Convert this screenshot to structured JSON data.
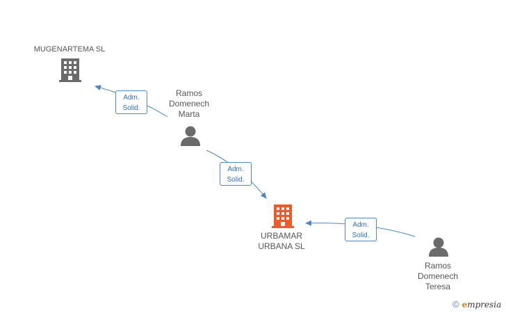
{
  "nodes": {
    "mugenartema": {
      "label": "MUGENARTEMA SL",
      "kind": "company",
      "color": "#6b6b6b"
    },
    "urbamar": {
      "label": "URBAMAR\nURBANA SL",
      "kind": "company",
      "color": "#f05a28"
    },
    "marta": {
      "label": "Ramos\nDomenech\nMarta",
      "kind": "person",
      "color": "#6b6b6b"
    },
    "teresa": {
      "label": "Ramos\nDomenech\nTeresa",
      "kind": "person",
      "color": "#6b6b6b"
    }
  },
  "edges": {
    "marta_mugenartema": {
      "label": "Adm.\nSolid."
    },
    "marta_urbamar": {
      "label": "Adm.\nSolid."
    },
    "teresa_urbamar": {
      "label": "Adm.\nSolid."
    }
  },
  "colors": {
    "edge": "#4a86c8",
    "label_text": "#555555"
  },
  "watermark": {
    "symbol": "©",
    "brand_initial": "e",
    "brand_rest": "mpresia"
  }
}
